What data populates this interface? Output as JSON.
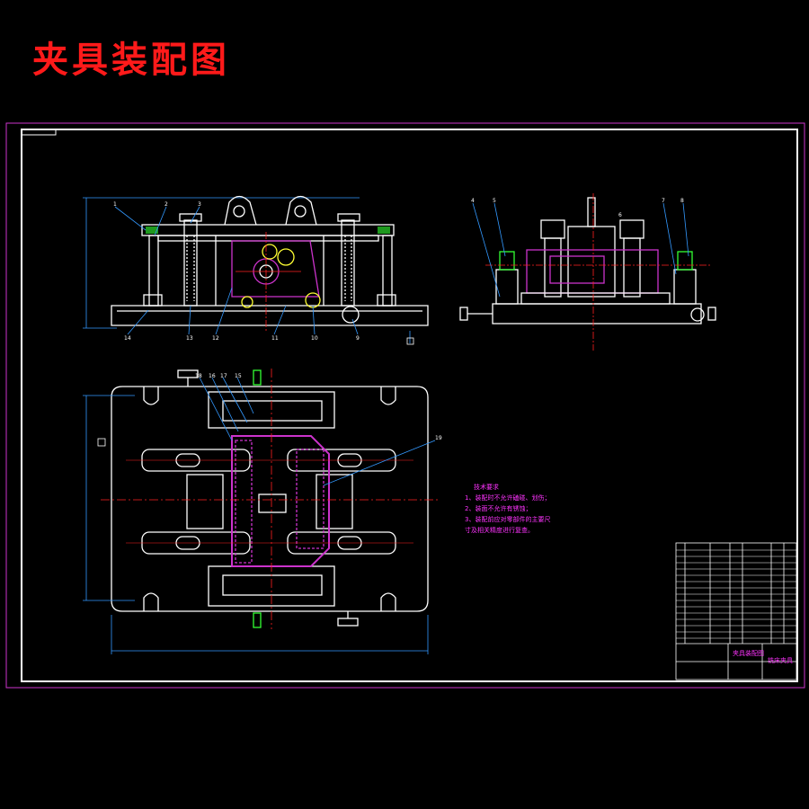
{
  "title": "夹具装配图",
  "tech_requirements": {
    "heading": "技术要求",
    "items": [
      "1、装配时不允许磕碰、划伤；",
      "2、装面不允许有锈蚀；",
      "3、装配前应对零部件的主要尺",
      "  寸及相关精度进行复查。"
    ]
  },
  "part_numbers": {
    "front_view": [
      "1",
      "2",
      "3",
      "14",
      "13",
      "12",
      "11",
      "10",
      "9"
    ],
    "side_view": [
      "4",
      "5",
      "6",
      "7",
      "8"
    ],
    "top_view": [
      "18",
      "16",
      "17",
      "15",
      "19"
    ]
  },
  "title_block": {
    "drawing_name": "夹具装配图",
    "part_name": "铣床夹具"
  },
  "colors": {
    "background": "#000000",
    "title": "#ff1a1a",
    "outline": "#ffffff",
    "border": "#cc33cc",
    "centerline": "#ff2020",
    "leader": "#3399ff",
    "section": "#cc33cc",
    "green": "#33ff33",
    "yellow": "#ffff33"
  }
}
